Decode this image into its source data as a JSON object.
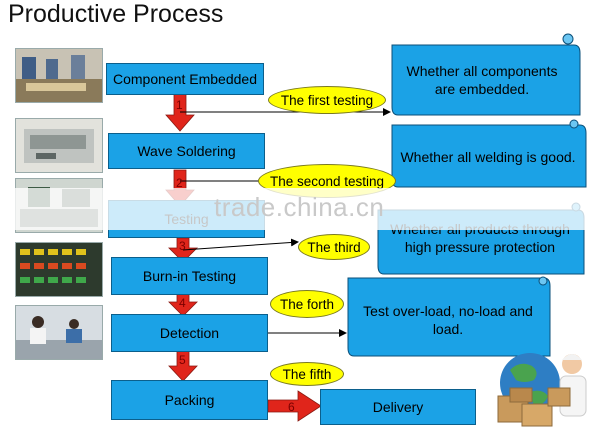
{
  "title": "Productive Process",
  "steps": [
    "Component Embedded",
    "Wave Soldering",
    "Testing",
    "Burn-in Testing",
    "Detection",
    "Packing",
    "Delivery"
  ],
  "numbers": [
    "1",
    "2",
    "3",
    "4",
    "5",
    "6"
  ],
  "tests": [
    "The first testing",
    "The second testing",
    "The third",
    "The forth",
    "The fifth"
  ],
  "checks": [
    "Whether all components are embedded.",
    "Whether all welding is good.",
    "Whether all products through high pressure protection",
    "Test over-load, no-load and load."
  ],
  "watermark": "trade.china.cn",
  "colors": {
    "step_fill": "#1ba2e6",
    "oval_fill": "#ffff00",
    "arrow": "#e0251b",
    "scroll_fill": "#1ba2e6"
  }
}
